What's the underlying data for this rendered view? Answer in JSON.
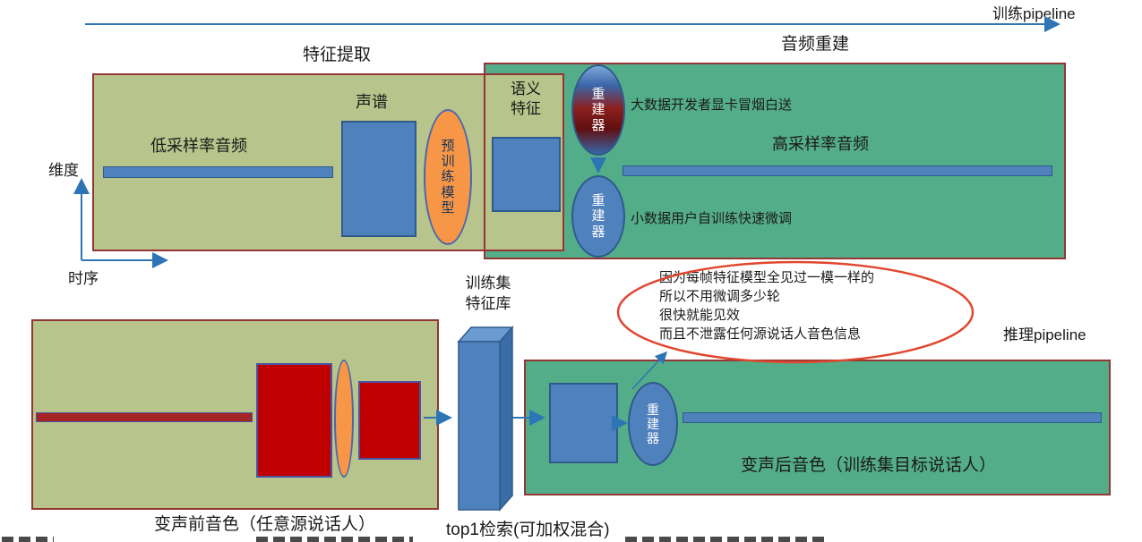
{
  "colors": {
    "olive_box": "#b7c48b",
    "teal_box": "#54ad89",
    "box_border": "#943634",
    "blue_shape": "#4f81bd",
    "orange_shape": "#f79646",
    "red_shape": "#c00000",
    "arrow": "#2e75b6",
    "annotation": "#e0472e"
  },
  "pipeline": {
    "training_label": "训练pipeline",
    "inference_label": "推理pipeline"
  },
  "section_titles": {
    "feature_extraction": "特征提取",
    "audio_reconstruction": "音频重建"
  },
  "axes": {
    "y_label": "维度",
    "x_label": "时序"
  },
  "feature_extraction": {
    "low_sr_audio": "低采样率音频",
    "spectrogram": "声谱",
    "pretrained_model": "预训练模型",
    "semantic_features": "语义\n特征"
  },
  "reconstruction": {
    "reconstructor_top": "重建器",
    "reconstructor_bottom": "重建器",
    "big_data_note": "大数据开发者显卡冒烟白送",
    "high_sr_audio": "高采样率音频",
    "small_data_note": "小数据用户自训练快速微调"
  },
  "feature_bank": {
    "label": "训练集\n特征库"
  },
  "annotation_bubble": {
    "text": "因为每帧特征模型全见过一模一样的\n所以不用微调多少轮\n很快就能见效\n而且不泄露任何源说话人音色信息"
  },
  "source_voice": {
    "caption": "变声前音色（任意源说话人）"
  },
  "retrieval": {
    "label": "top1检索(可加权混合)"
  },
  "target_voice": {
    "reconstructor": "重建器",
    "caption": "变声后音色（训练集目标说话人）"
  }
}
